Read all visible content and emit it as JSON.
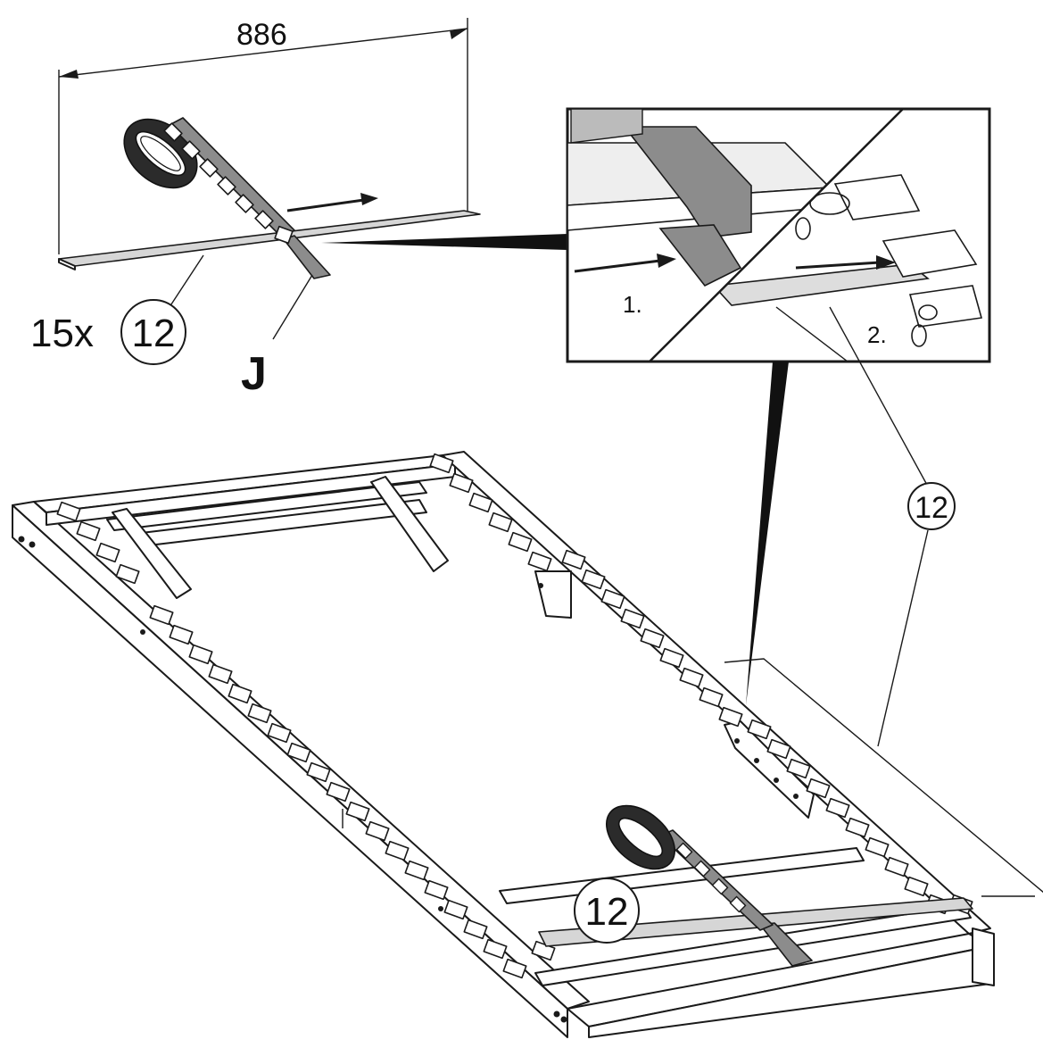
{
  "dimension": {
    "value": "886"
  },
  "quantity": {
    "count": "15x",
    "part": "12"
  },
  "strap_label": "J",
  "steps": {
    "step1": "1.",
    "step2": "2."
  },
  "callouts": {
    "detail_part": "12",
    "frame_part": "12"
  },
  "colors": {
    "ink": "#1a1a1a",
    "slat": "#d6d6d6",
    "strap": "#8c8c8c",
    "roll": "#2b2b2b"
  }
}
